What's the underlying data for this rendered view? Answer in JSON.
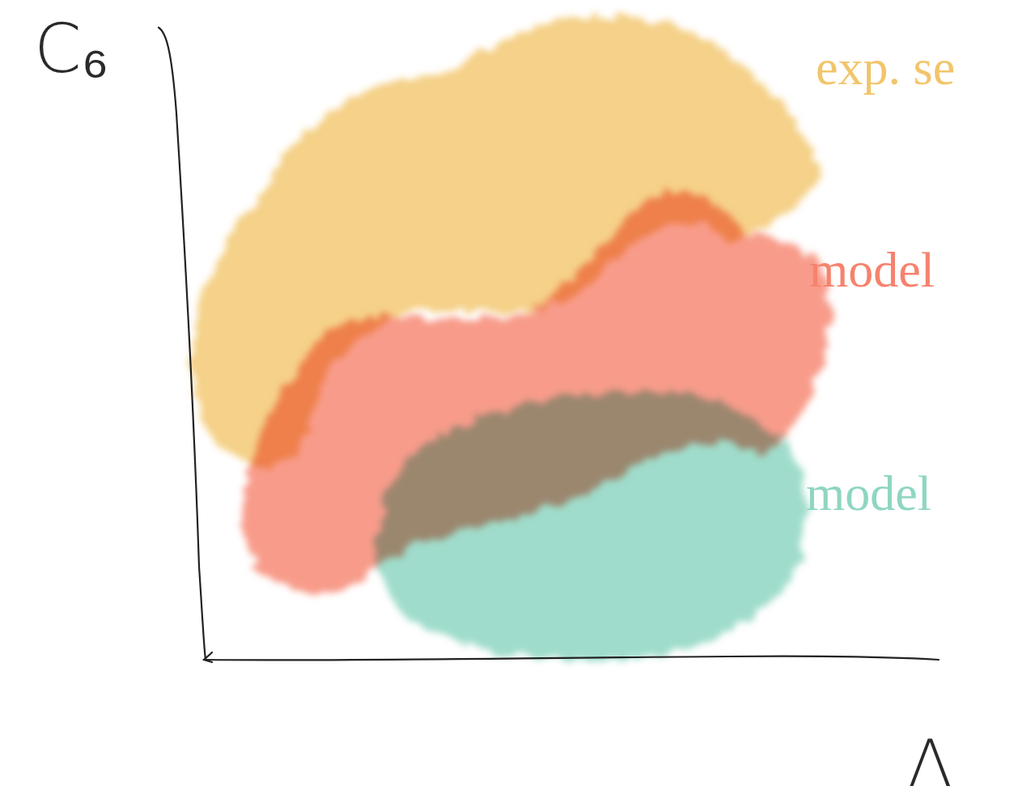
{
  "diagram": {
    "labels": [
      "C₆",
      "Λ"
    ],
    "legend": [
      {
        "text": "exp. se",
        "color": "#f2c56b"
      },
      {
        "text": "model",
        "color": "#f6826d"
      },
      {
        "text": "model",
        "color": "#8ed6c2"
      }
    ]
  }
}
